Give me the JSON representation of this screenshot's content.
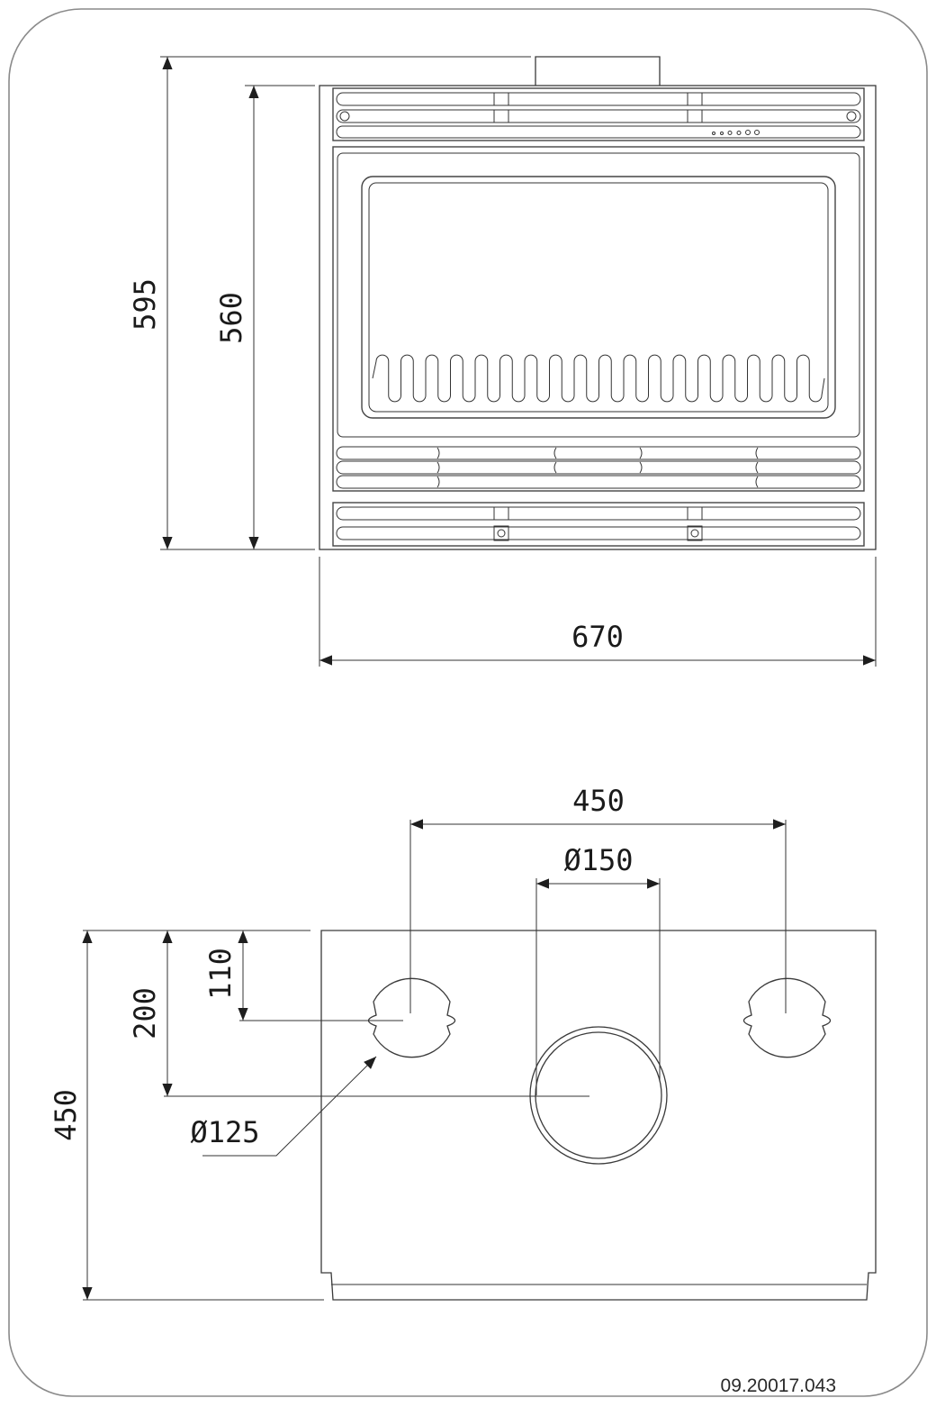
{
  "drawing": {
    "code": "09.20017.043",
    "front_view": {
      "dimensions": {
        "overall_height": "595",
        "body_height": "560",
        "width": "670"
      }
    },
    "top_view": {
      "dimensions": {
        "depth": "450",
        "center_to_outer_outlets": "450",
        "main_flue_diameter": "Ø150",
        "outlet_diameter": "Ø125",
        "outlet_offset": "110",
        "flue_offset": "200"
      }
    },
    "colors": {
      "line": "#3a3a3a",
      "frame": "#8a8a8a",
      "background": "#ffffff"
    }
  }
}
